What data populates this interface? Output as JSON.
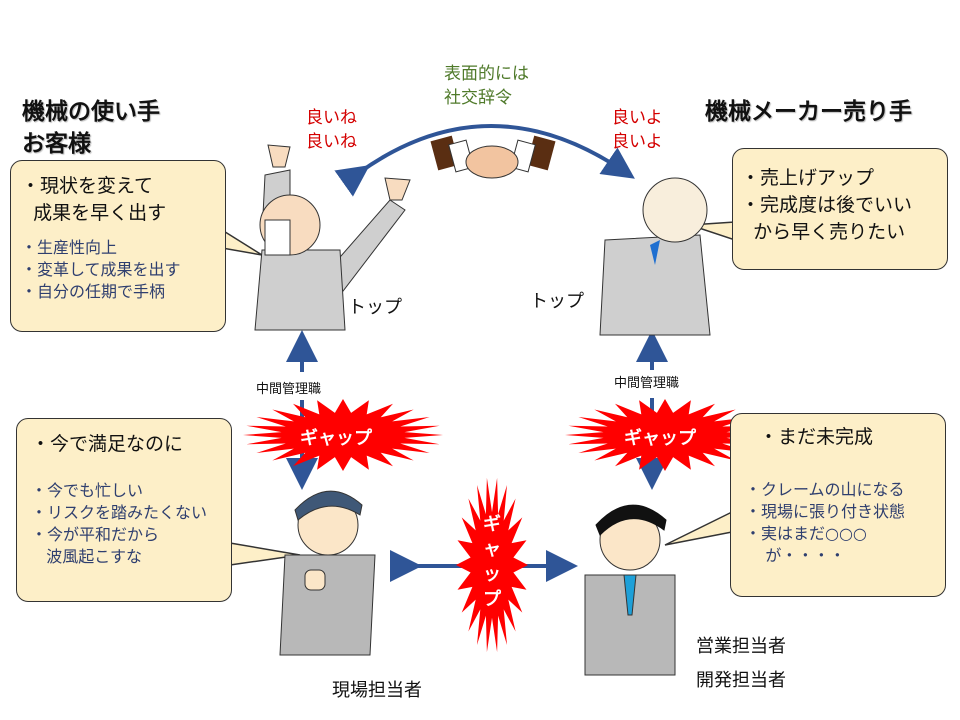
{
  "customer": {
    "title_line1": "機械の使い手",
    "title_line2": "お客様",
    "role_label": "トップ",
    "reaction": [
      "良いね",
      "良いね"
    ],
    "bubble": {
      "main": [
        "・現状を変えて",
        "  成果を早く出す"
      ],
      "sub": [
        "・生産性向上",
        "・変革して成果を出す",
        "・自分の任期で手柄"
      ]
    }
  },
  "maker": {
    "title": "機械メーカー売り手",
    "role_label": "トップ",
    "reaction": [
      "良いよ",
      "良いよ"
    ],
    "bubble": {
      "main": [
        "・売上げアップ",
        "・完成度は後でいい",
        "  から早く売りたい"
      ]
    }
  },
  "center": {
    "surface_text": [
      "表面的には",
      "社交辞令"
    ],
    "handshake_icon": "handshake-icon"
  },
  "middle_management": {
    "left_label": "中間管理職",
    "right_label": "中間管理職"
  },
  "gap": {
    "left": "ギャップ",
    "right": "ギャップ",
    "center": [
      "ギ",
      "ャ",
      "ッ",
      "プ"
    ]
  },
  "field_staff": {
    "label": "現場担当者",
    "bubble": {
      "main": [
        "・今で満足なのに"
      ],
      "sub": [
        "・今でも忙しい",
        "・リスクを踏みたくない",
        "・今が平和だから",
        "   波風起こすな"
      ]
    }
  },
  "sales_dev_staff": {
    "label_line1": "営業担当者",
    "label_line2": "開発担当者",
    "bubble": {
      "main": [
        "・まだ未完成"
      ],
      "sub": [
        "・クレームの山になる",
        "・現場に張り付き状態",
        "・実はまだ○○○",
        "    が・・・・"
      ]
    }
  },
  "colors": {
    "arrow": "#2f5597",
    "burst": "#ff0000",
    "bubble_fill": "#fdefc8",
    "reaction_text": "#d40000",
    "surface_text": "#4f7a2a"
  }
}
